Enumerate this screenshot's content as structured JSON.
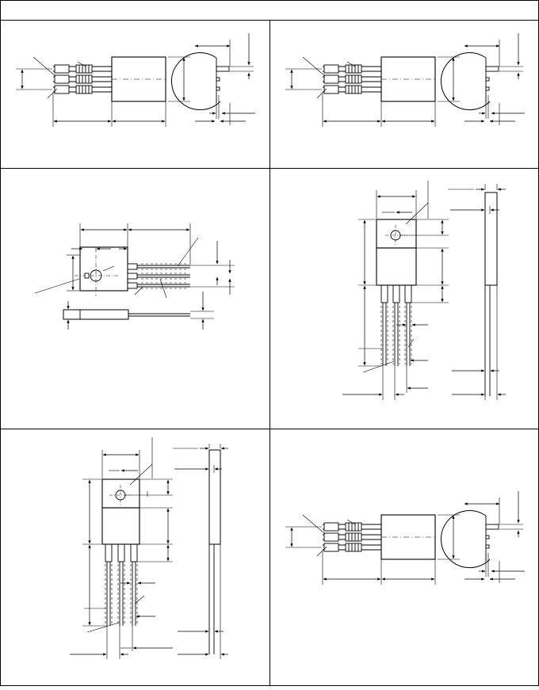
{
  "sheet": {
    "header_text": "",
    "line_color": "#000000",
    "background_color": "#ffffff"
  },
  "panels": [
    {
      "id": "panel-1",
      "package": "horizontal-to-220-front-view",
      "pins": 3
    },
    {
      "id": "panel-2",
      "package": "horizontal-to-220-front-view",
      "pins": 3
    },
    {
      "id": "panel-3",
      "package": "horizontal-to-220-top-view",
      "pins": 3
    },
    {
      "id": "panel-4",
      "package": "vertical-to-220-front-and-side-view",
      "pins": 3
    },
    {
      "id": "panel-5",
      "package": "vertical-to-220-front-and-side-view",
      "pins": 3
    },
    {
      "id": "panel-6",
      "package": "horizontal-to-220-front-view",
      "pins": 3
    }
  ]
}
